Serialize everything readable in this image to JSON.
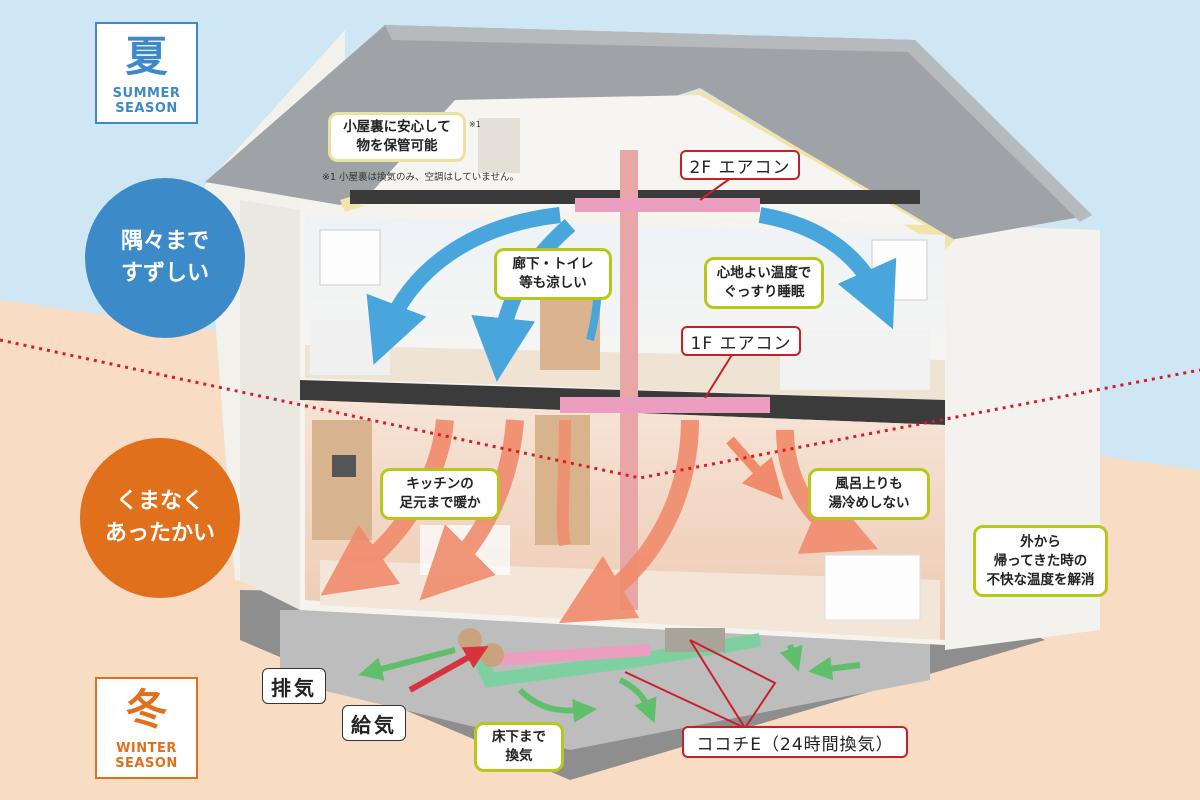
{
  "colors": {
    "sky": "#cfe6f5",
    "sand": "#f8dcc3",
    "summer_blue": "#3c8bc8",
    "winter_orange": "#e0701c",
    "callout_border": "#b6c91a",
    "red": "#c8202a"
  },
  "summer": {
    "kanji": "夏",
    "label_line1": "SUMMER",
    "label_line2": "SEASON"
  },
  "winter": {
    "kanji": "冬",
    "label_line1": "WINTER",
    "label_line2": "SEASON"
  },
  "circles": {
    "cool": "隅々まで\nすずしい",
    "warm": "くまなく\nあったかい"
  },
  "callouts": {
    "attic": "小屋裏に安心して\n物を保管可能",
    "attic_mark": "※1",
    "attic_note": "※1 小屋裏は換気のみ、空調はしていません。",
    "hallway": "廊下・トイレ\n等も涼しい",
    "bedroom": "心地よい温度で\nぐっすり睡眠",
    "kitchen": "キッチンの\n足元まで暖か",
    "bath": "風呂上りも\n湯冷めしない",
    "return_home": "外から\n帰ってきた時の\n不快な温度を解消",
    "underfloor": "床下まで\n換気"
  },
  "tags": {
    "ac_2f": "2F エアコン",
    "ac_1f": "1F エアコン",
    "cocochi": "ココチE（24時間換気）",
    "exhaust": "排気",
    "supply": "給気"
  }
}
